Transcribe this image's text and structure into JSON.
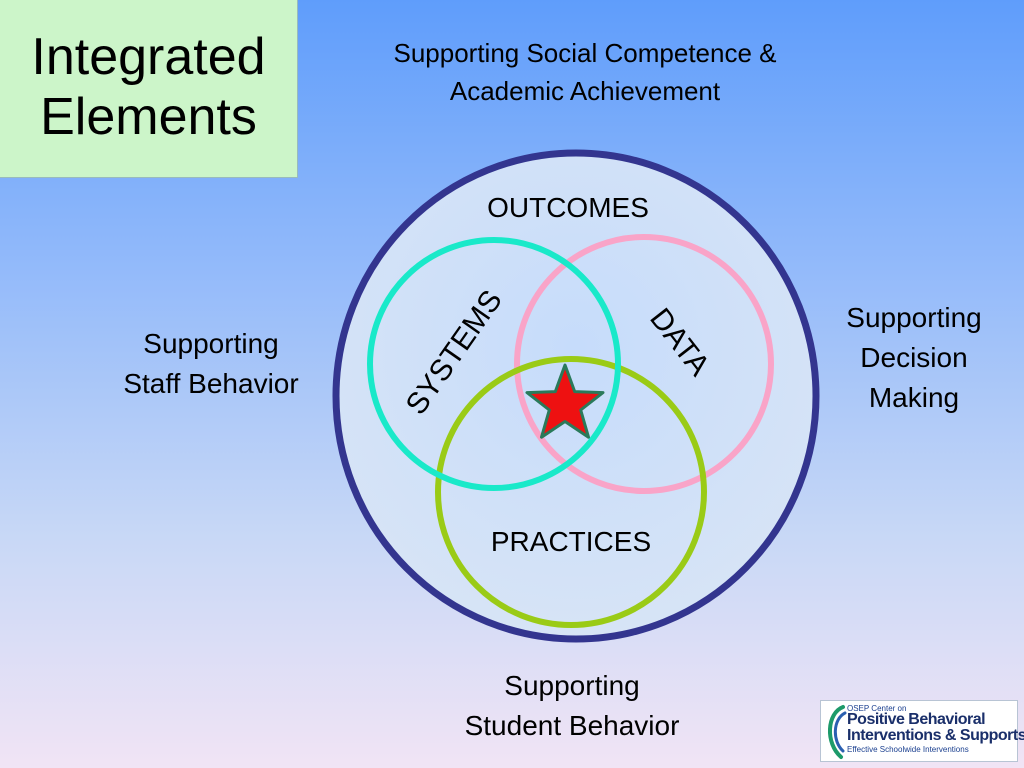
{
  "title": {
    "line1": "Integrated",
    "line2": "Elements"
  },
  "top_label": {
    "line1": "Supporting Social Competence &",
    "line2": "Academic Achievement"
  },
  "left_label": {
    "line1": "Supporting",
    "line2": "Staff Behavior"
  },
  "right_label": {
    "line1": "Supporting",
    "line2": "Decision",
    "line3": "Making"
  },
  "bottom_label": {
    "line1": "Supporting",
    "line2": "Student Behavior"
  },
  "diagram": {
    "outer": "OUTCOMES",
    "circle_systems": "SYSTEMS",
    "circle_data": "DATA",
    "circle_practices": "PRACTICES",
    "center_icon": "star-icon"
  },
  "colors": {
    "outer_ring": "#33358f",
    "systems_ring": "#19e9c9",
    "data_ring": "#f9a4c8",
    "practices_ring": "#9acb16",
    "star_fill": "#ee1111",
    "star_stroke": "#2a7a5a",
    "title_box": "#ccf5c9"
  },
  "logo": {
    "line1": "OSEP Center on",
    "line2": "Positive Behavioral",
    "line3": "Interventions & Supports",
    "line4": "Effective Schoolwide Interventions"
  }
}
